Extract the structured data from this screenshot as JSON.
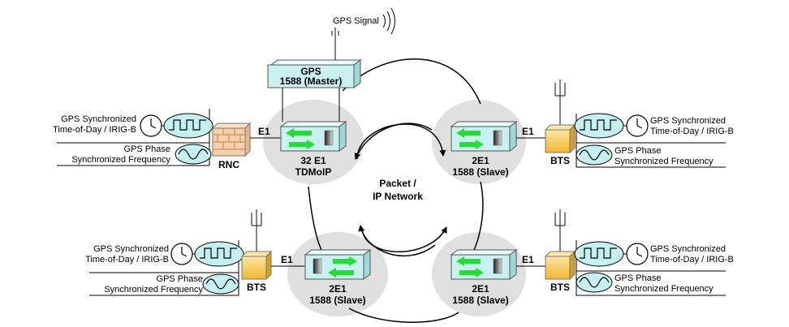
{
  "gps": {
    "signal_label": "GPS Signal",
    "master_title": "GPS",
    "master_subtitle": "1588 (Master)"
  },
  "network": {
    "line1": "Packet /",
    "line2": "IP Network"
  },
  "nodes": {
    "rnc": {
      "label": "RNC",
      "link": "E1",
      "device_line1": "32 E1",
      "device_line2": "TDMoIP",
      "tod_line1": "GPS Synchronized",
      "tod_line2": "Time-of-Day / IRIG-B",
      "freq_line1": "GPS Phase",
      "freq_line2": "Synchronized Frequency"
    },
    "bts_top_right": {
      "label": "BTS",
      "link": "E1",
      "device_line1": "2E1",
      "device_line2": "1588 (Slave)",
      "tod_line1": "GPS Synchronized",
      "tod_line2": "Time-of-Day / IRIG-B",
      "freq_line1": "GPS Phase",
      "freq_line2": "Synchronized Frequency"
    },
    "bts_bottom_left": {
      "label": "BTS",
      "link": "E1",
      "device_line1": "2E1",
      "device_line2": "1588 (Slave)",
      "tod_line1": "GPS Synchronized",
      "tod_line2": "Time-of-Day / IRIG-B",
      "freq_line1": "GPS Phase",
      "freq_line2": "Synchronized Frequency"
    },
    "bts_bottom_right": {
      "label": "BTS",
      "link": "E1",
      "device_line1": "2E1",
      "device_line2": "1588 (Slave)",
      "tod_line1": "GPS Synchronized",
      "tod_line2": "Time-of-Day / IRIG-B",
      "freq_line1": "GPS Phase",
      "freq_line2": "Synchronized Frequency"
    }
  },
  "colors": {
    "device_fill": "#c9f1f1",
    "cloud_fill": "#e0e0e0",
    "bts_fill": "#f7c655",
    "rnc_fill": "#f8cfa8",
    "oval_fill": "#c6f0f0",
    "arrow_green": "#22e032"
  }
}
